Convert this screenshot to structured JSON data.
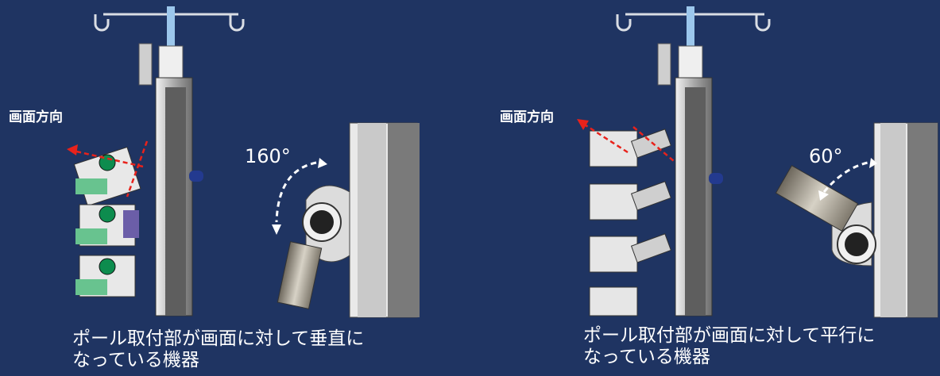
{
  "left_panel": {
    "direction_label": "画面方向",
    "angle": "160°",
    "caption_line1": "ポール取付部が画面に対して垂直に",
    "caption_line2": "なっている機器"
  },
  "right_panel": {
    "direction_label": "画面方向",
    "angle": "60°",
    "caption_line1": "ポール取付部が画面に対して平行に",
    "caption_line2": "なっている機器"
  },
  "colors": {
    "background": "#1f3462",
    "arrow_red": "#e8221b",
    "text": "#ffffff"
  },
  "icons": [
    "iv-pole-hook-icon",
    "pump-device-icon",
    "pole-clamp-icon",
    "rotation-arrow-icon",
    "direction-arrow-icon"
  ]
}
